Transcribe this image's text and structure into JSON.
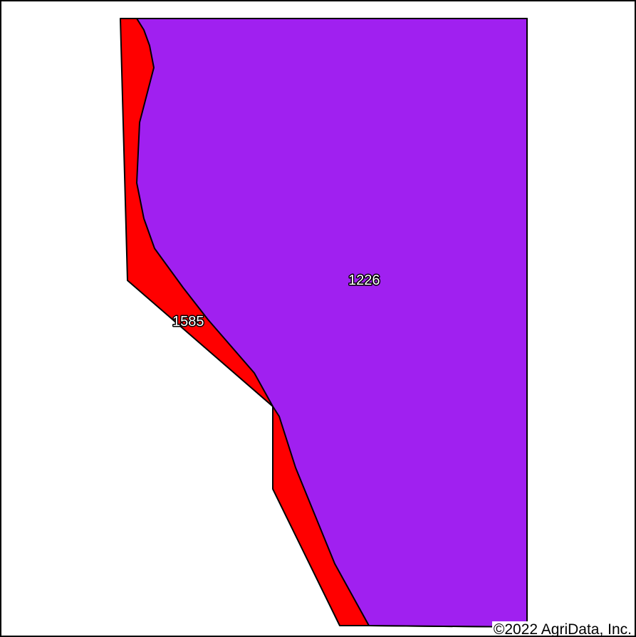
{
  "map": {
    "soil_units": [
      {
        "id": "1226",
        "label": "1226",
        "color": "#a020f0"
      },
      {
        "id": "1585",
        "label": "1585",
        "color": "#ff0000"
      }
    ],
    "boundary_color": "#000000",
    "copyright": "©2022 AgriData, Inc."
  }
}
